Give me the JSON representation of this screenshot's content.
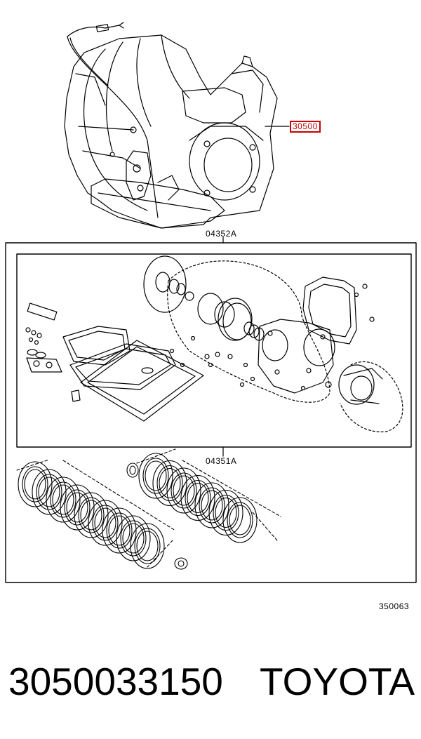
{
  "callout": {
    "part_code": "30500",
    "color": "#c80000"
  },
  "labels": {
    "kit_outer": "04352A",
    "kit_inner": "04351A",
    "illustration_code": "350063"
  },
  "footer": {
    "part_number": "3050033150",
    "brand": "TOYOTA"
  }
}
